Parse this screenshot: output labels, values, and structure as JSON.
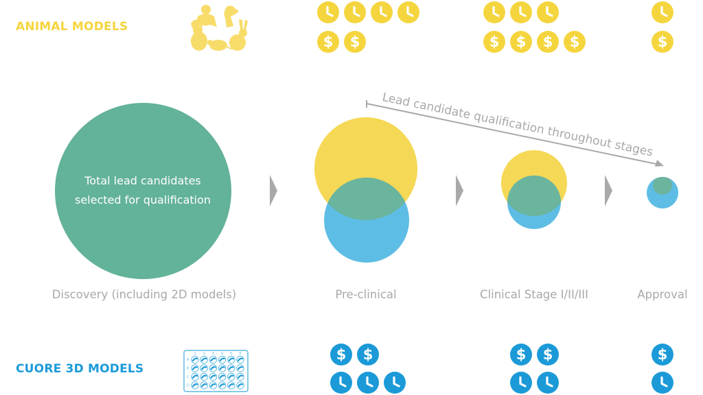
{
  "rows": {
    "animal": {
      "label": "ANIMAL MODELS",
      "color": "#f5d53e"
    },
    "cuore": {
      "label": "CUORE 3D MODELS",
      "color": "#1b9ad7"
    }
  },
  "icons": {
    "dollar_glyph": "$",
    "time": "clock-icon",
    "cost": "dollar-coin-icon",
    "animal_group": "animal-silhouettes-icon",
    "well_plate": "well-plate-icon"
  },
  "well_plate": {
    "columns": [
      "1",
      "2",
      "3",
      "4",
      "5",
      "6"
    ],
    "rows": [
      "A",
      "B",
      "C",
      "D"
    ]
  },
  "stages": [
    {
      "id": "discovery",
      "label": "Discovery (including 2D models)"
    },
    {
      "id": "preclinical",
      "label": "Pre-clinical"
    },
    {
      "id": "clinical",
      "label": "Clinical Stage I/II/III"
    },
    {
      "id": "approval",
      "label": "Approval"
    }
  ],
  "discovery_text": "Total lead candidates selected for qualification",
  "arrow_caption": "Lead candidate qualification throughout stages",
  "animal_icons": {
    "preclinical": {
      "clocks": 4,
      "coins": 2
    },
    "clinical": {
      "clocks": 3,
      "coins": 4
    },
    "approval": {
      "clocks": 1,
      "coins": 1
    }
  },
  "cuore_icons": {
    "preclinical": {
      "coins": 2,
      "clocks": 3
    },
    "clinical": {
      "coins": 2,
      "clocks": 2
    },
    "approval": {
      "coins": 1,
      "clocks": 1
    }
  },
  "colors": {
    "green": "#63b29a",
    "yellow": "#f5d855",
    "blue": "#5ebde4",
    "overlap": "#6bb49d",
    "gray": "#a8a8a8"
  }
}
